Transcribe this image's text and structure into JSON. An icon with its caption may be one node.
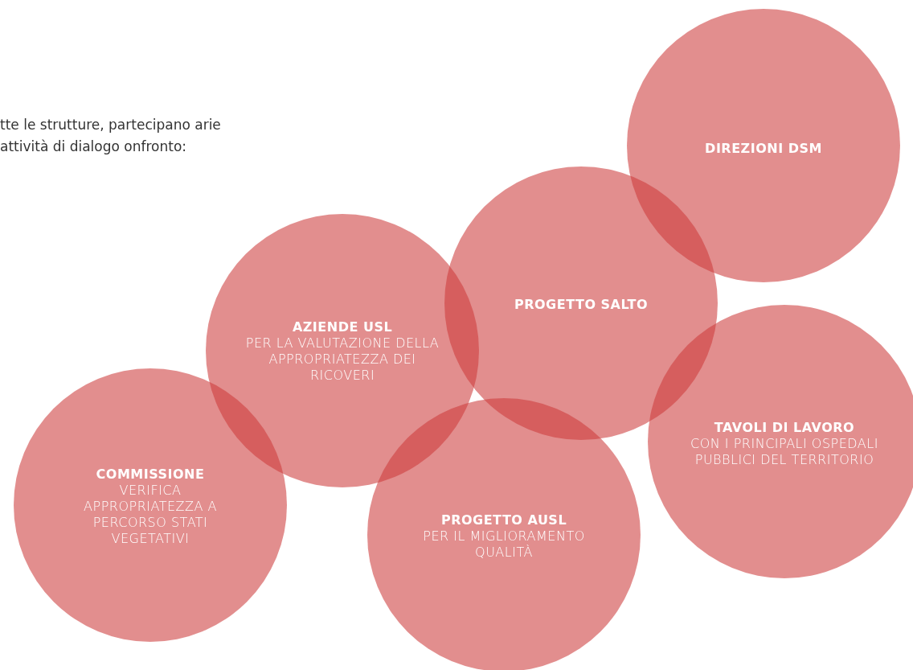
{
  "diagram": {
    "nodes": [
      {
        "text": [
          "DIREZIONI DSM"
        ]
      },
      {
        "text": [
          "PROGETTO SALTO"
        ]
      },
      {
        "text": [
          "AZIENDE USL",
          "PER LA VALUTAZIONE DELLA APPROPRIATEZZA DEI RICOVERI"
        ]
      },
      {
        "text": [
          "TAVOLI DI LAVORO",
          "CON I PRINCIPALI OSPEDALI PUBBLICI DEL TERRITORIO"
        ]
      },
      {
        "text": [
          "COMMISSIONE",
          "VERIFICA APPROPRIATEZZA A PERCORSO STATI VEGETATIVI"
        ]
      },
      {
        "text": [
          "PROGETTO AUSL",
          "PER IL MIGLIORAMENTO QUALITÀ"
        ]
      }
    ],
    "labels": [
      "tte le strutture, partecipano arie attività di dialogo onfronto:"
    ]
  }
}
